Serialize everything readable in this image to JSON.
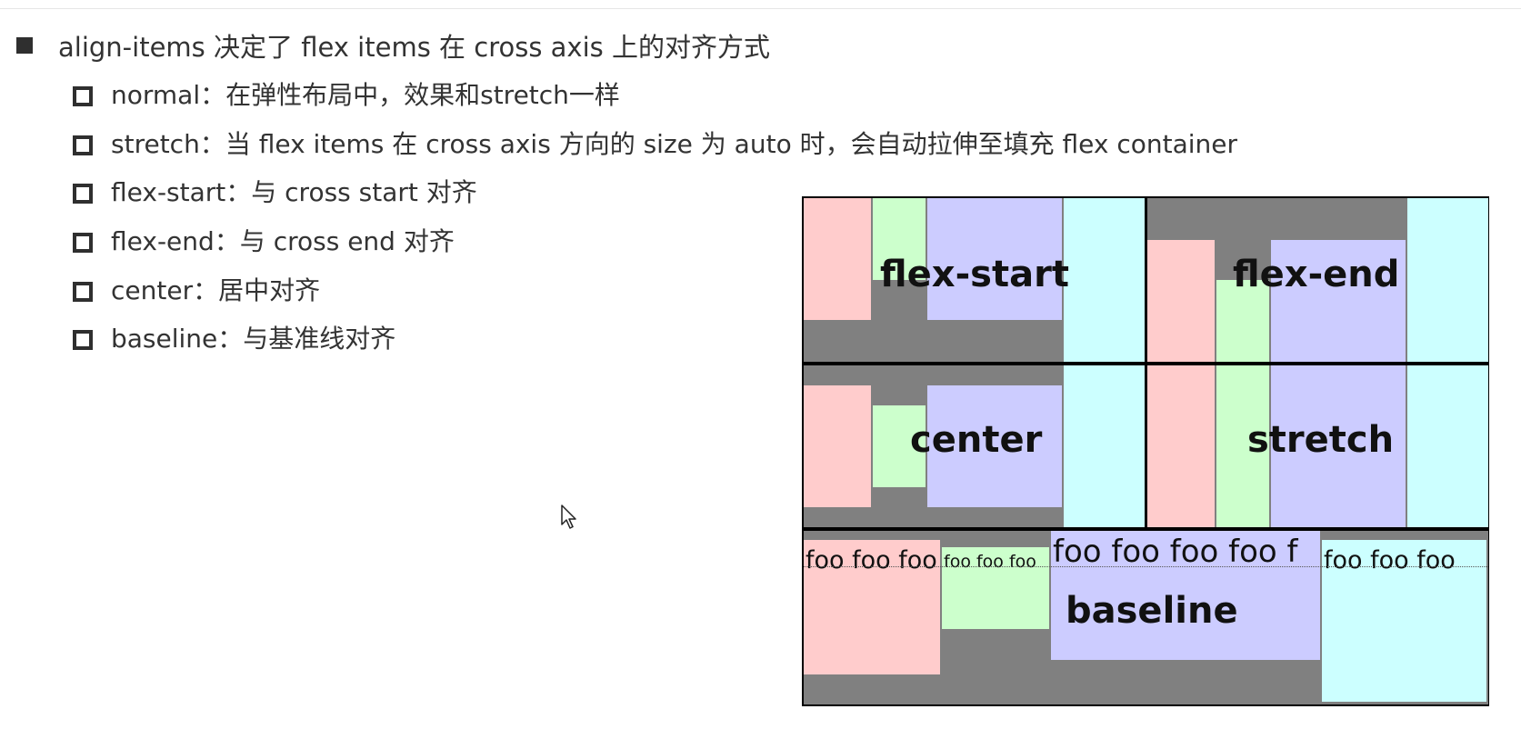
{
  "heading": "align-items 决定了 flex items 在 cross axis 上的对齐方式",
  "items": [
    {
      "text": "normal：在弹性布局中，效果和stretch一样"
    },
    {
      "text": "stretch：当 flex items 在 cross axis 方向的 size 为 auto 时，会自动拉伸至填充 flex container"
    },
    {
      "text": "flex-start：与 cross start 对齐"
    },
    {
      "text": "flex-end：与 cross end 对齐"
    },
    {
      "text": "center：居中对齐"
    },
    {
      "text": "baseline：与基准线对齐"
    }
  ],
  "figure": {
    "labels": {
      "flex_start": "flex-start",
      "flex_end": "flex-end",
      "center": "center",
      "stretch": "stretch",
      "baseline": "baseline"
    },
    "foo_texts": {
      "pink": "foo foo foo",
      "green": "foo foo foo",
      "violet": "foo foo foo foo f",
      "cyan": "foo foo foo"
    },
    "colors": {
      "container": "#808080",
      "pink": "#ffcccc",
      "green": "#ccffcc",
      "violet": "#ccccff",
      "cyan": "#ccffff"
    }
  }
}
